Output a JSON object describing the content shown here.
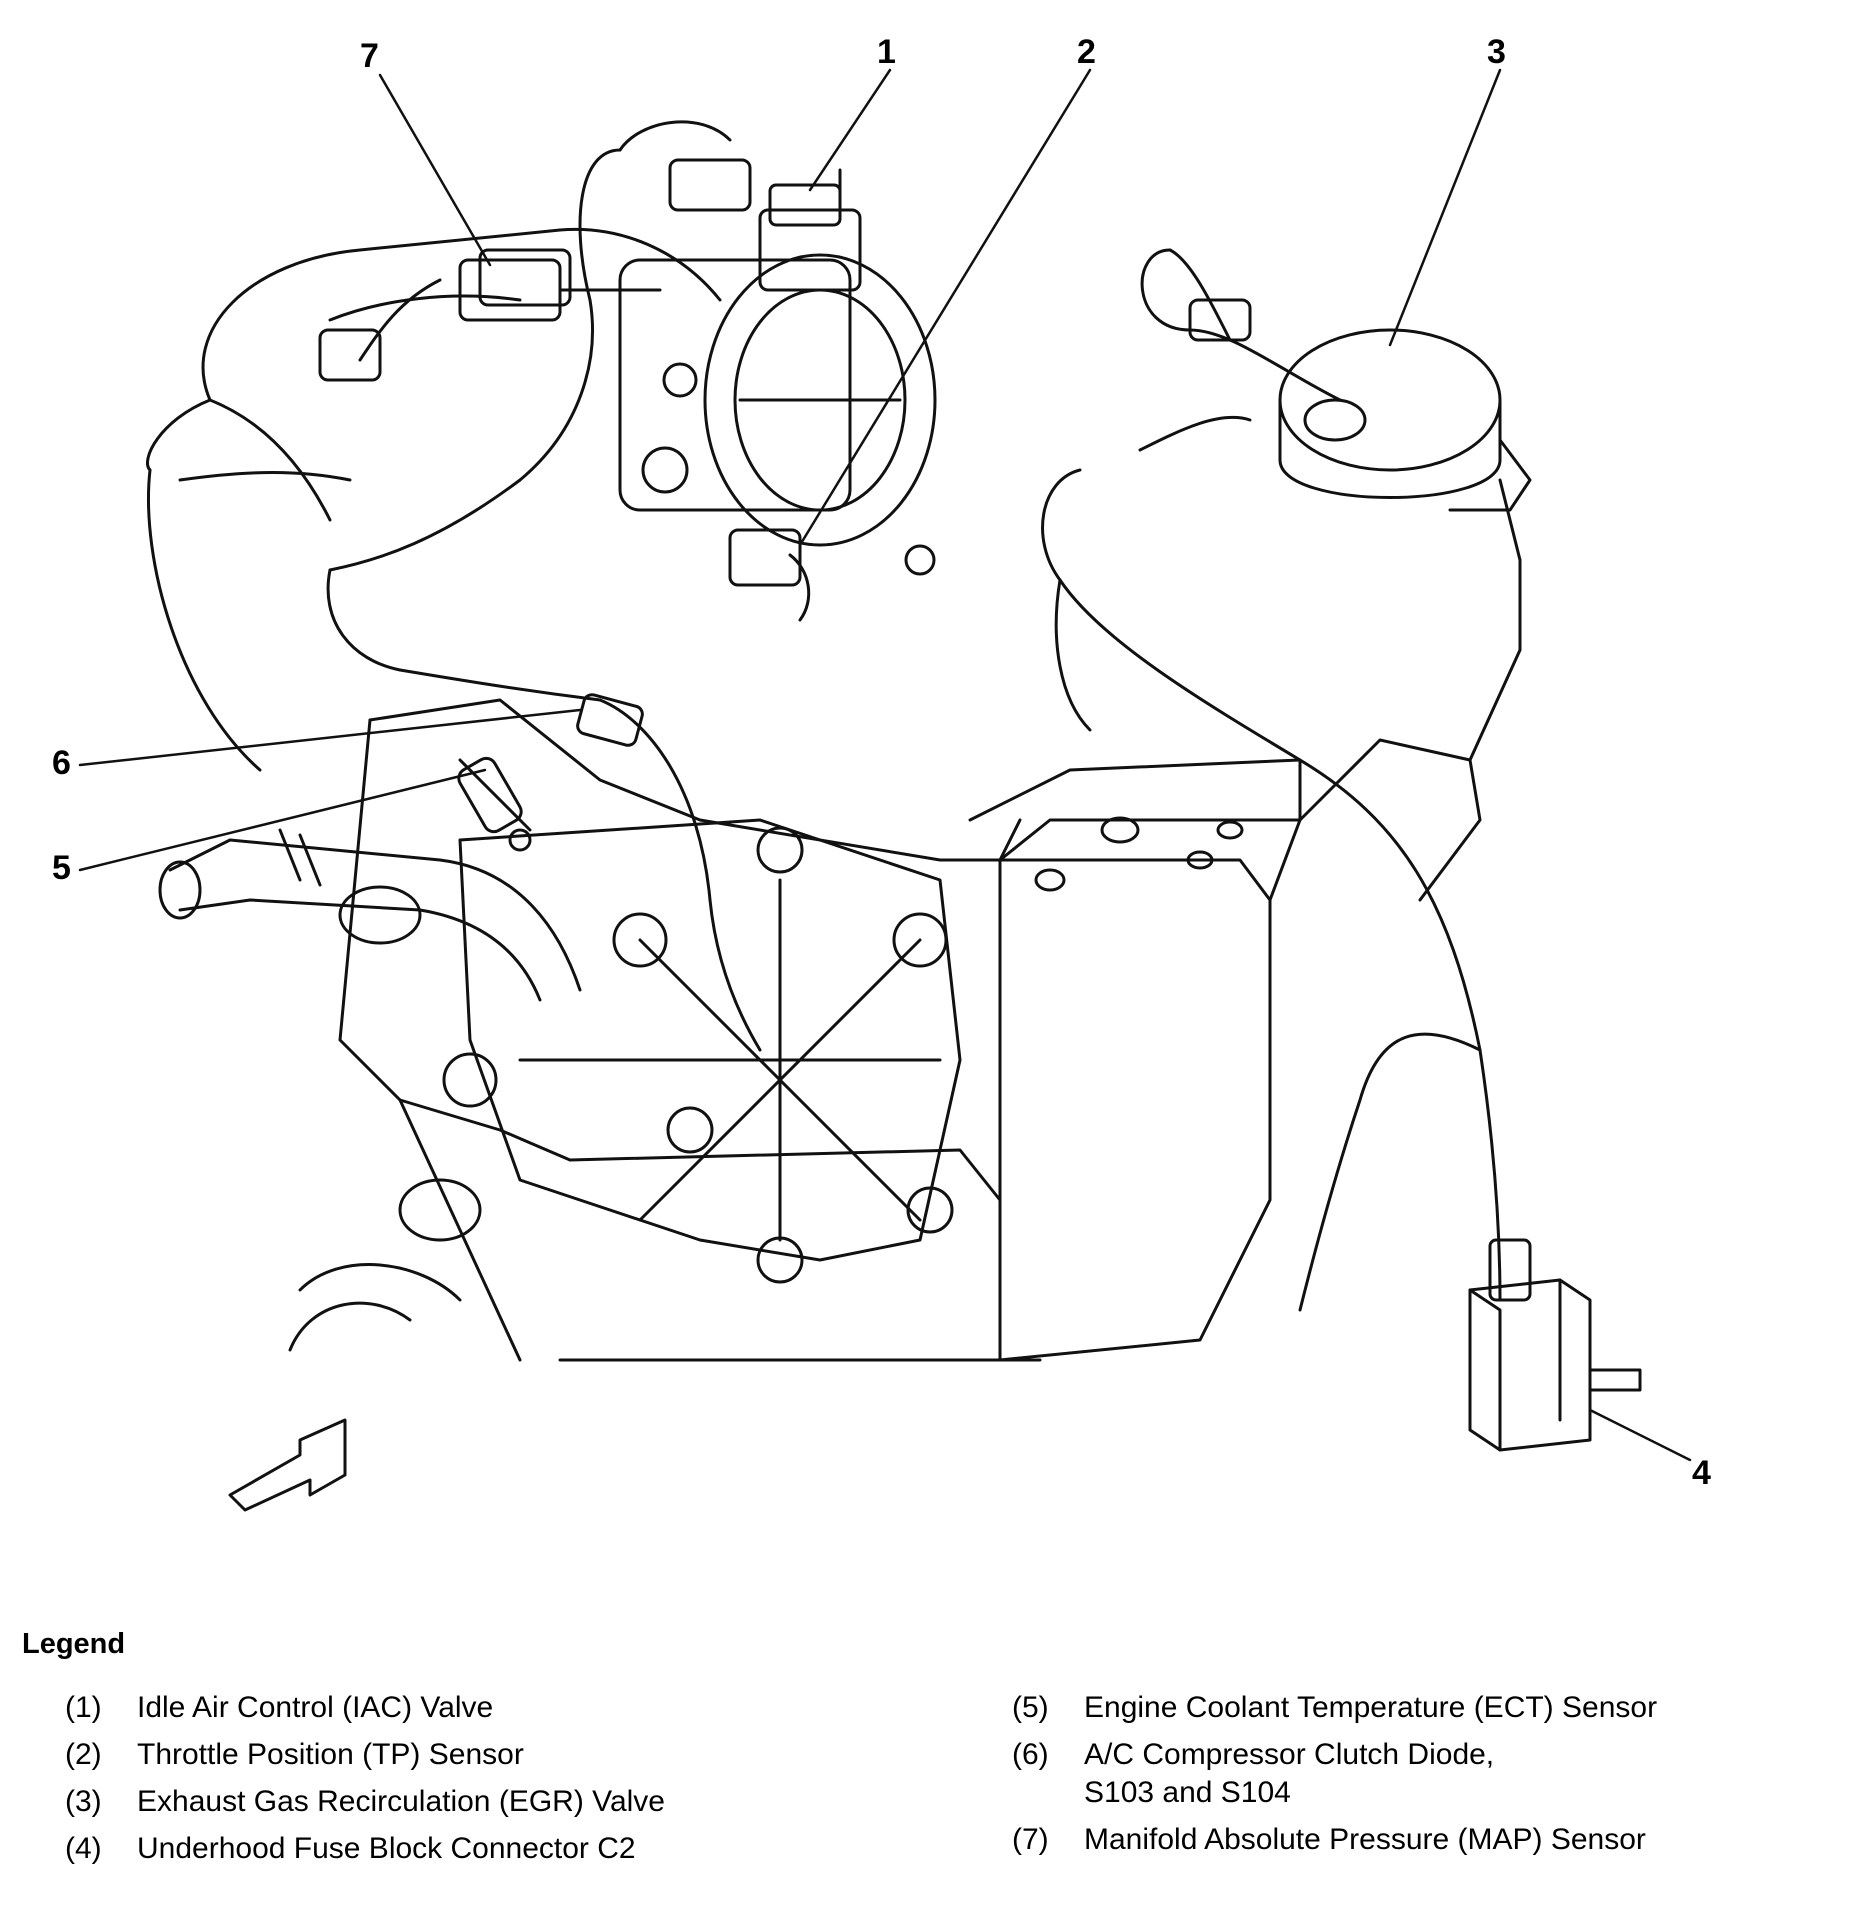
{
  "callouts": {
    "c1": "1",
    "c2": "2",
    "c3": "3",
    "c4": "4",
    "c5": "5",
    "c6": "6",
    "c7": "7"
  },
  "legend": {
    "title": "Legend",
    "left_items": [
      {
        "num": "(1)",
        "text": "Idle Air Control (IAC) Valve"
      },
      {
        "num": "(2)",
        "text": "Throttle Position (TP) Sensor"
      },
      {
        "num": "(3)",
        "text": "Exhaust Gas Recirculation (EGR) Valve"
      },
      {
        "num": "(4)",
        "text": "Underhood Fuse Block Connector C2"
      }
    ],
    "right_items": [
      {
        "num": "(5)",
        "text": "Engine Coolant Temperature (ECT) Sensor"
      },
      {
        "num": "(6)",
        "text": "A/C Compressor Clutch Diode,",
        "text2": "S103 and S104"
      },
      {
        "num": "(7)",
        "text": "Manifold Absolute Pressure (MAP) Sensor"
      }
    ]
  }
}
